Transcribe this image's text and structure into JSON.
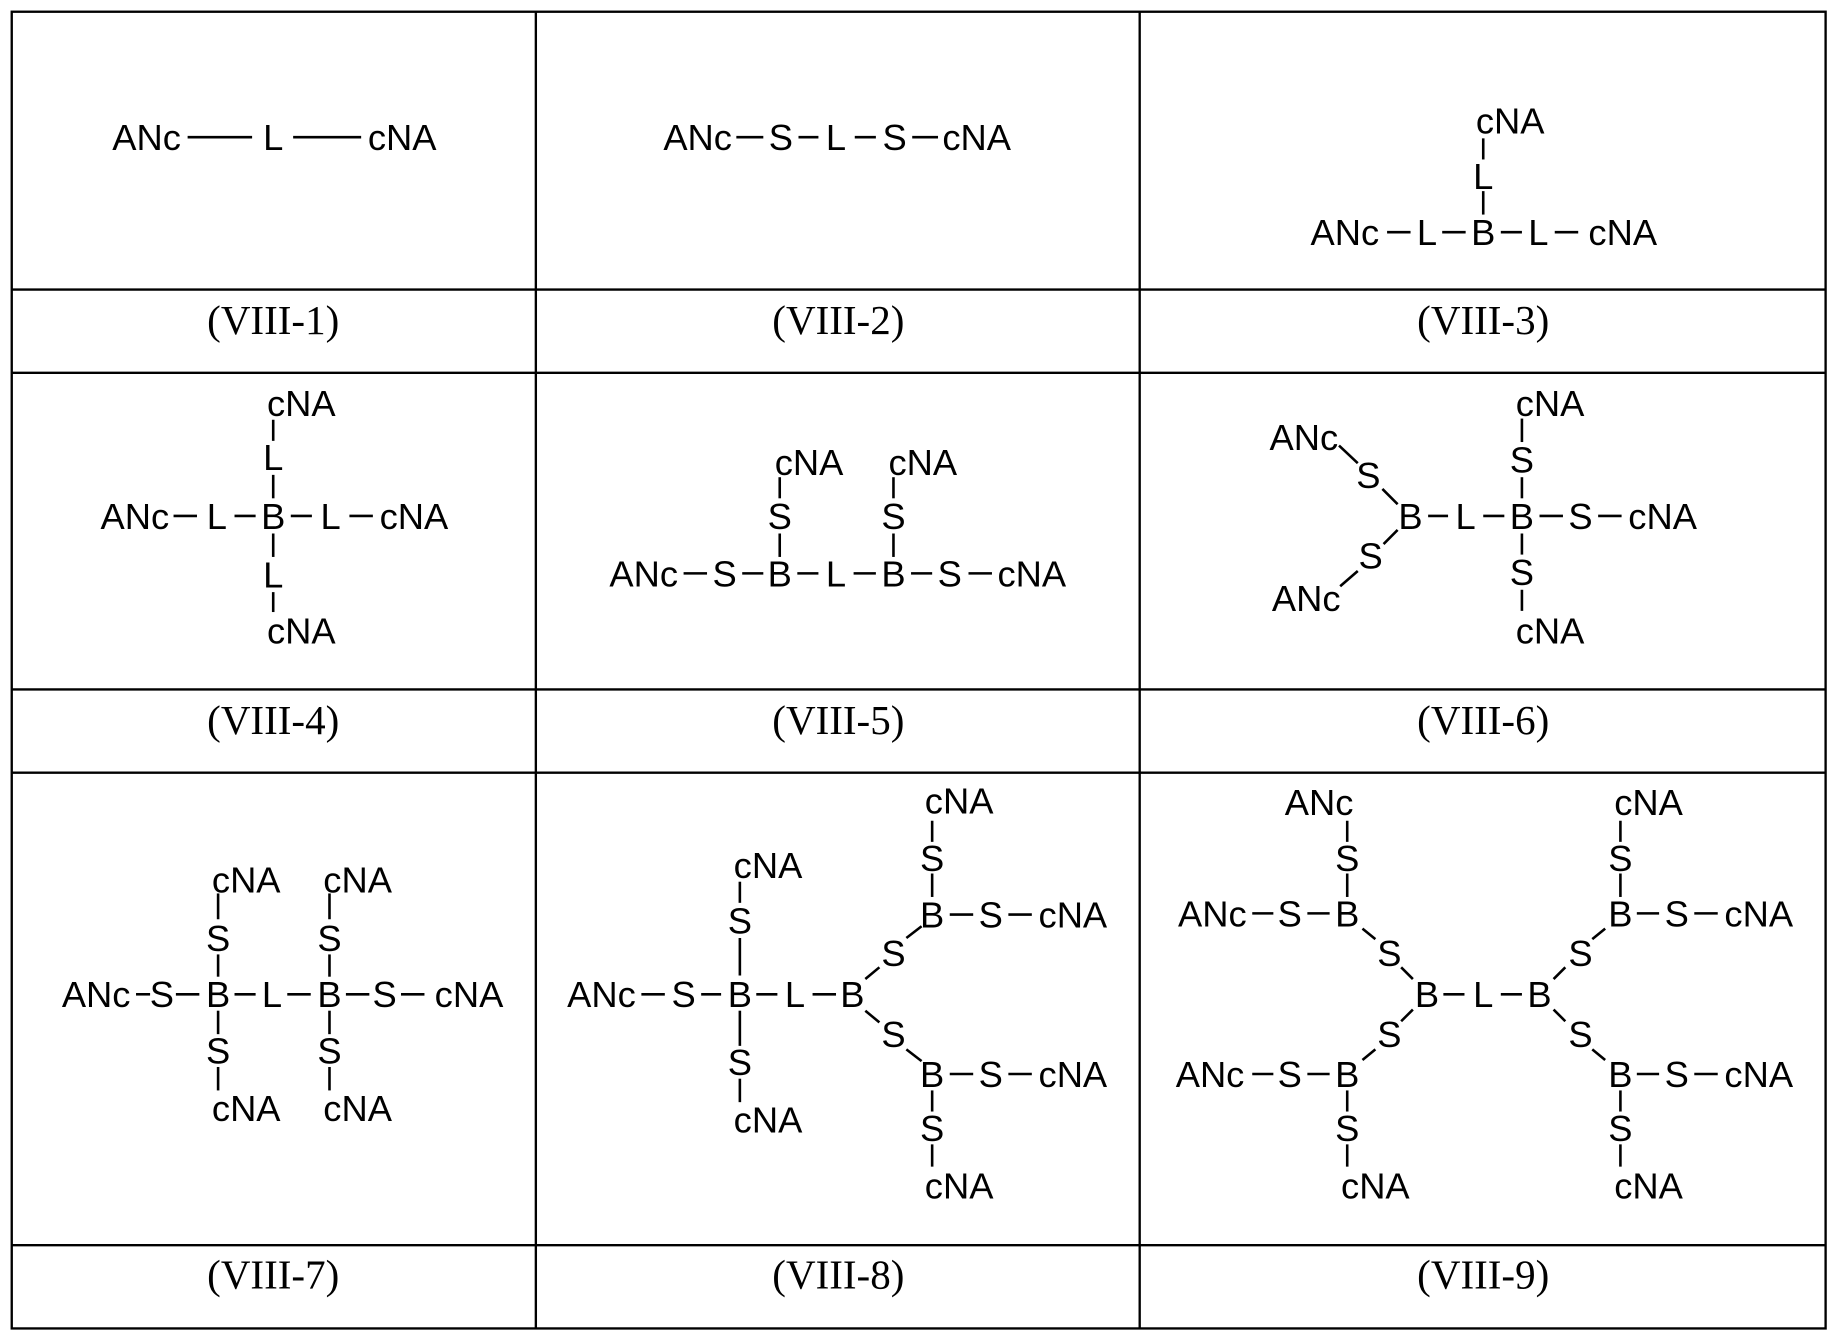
{
  "labels": {
    "A": "ANc",
    "C": "cNA",
    "L": "L",
    "S": "S",
    "B": "B"
  },
  "cells": [
    {
      "caption": "(VIII-1)"
    },
    {
      "caption": "(VIII-2)"
    },
    {
      "caption": "(VIII-3)"
    },
    {
      "caption": "(VIII-4)"
    },
    {
      "caption": "(VIII-5)"
    },
    {
      "caption": "(VIII-6)"
    },
    {
      "caption": "(VIII-7)"
    },
    {
      "caption": "(VIII-8)"
    },
    {
      "caption": "(VIII-9)"
    }
  ]
}
